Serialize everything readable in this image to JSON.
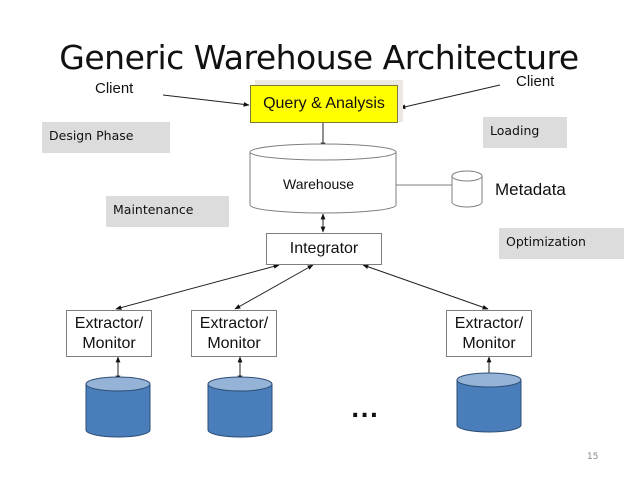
{
  "slide": {
    "title": "Generic Warehouse Architecture",
    "page_number": "15"
  },
  "clients": {
    "left": "Client",
    "right": "Client"
  },
  "nodes": {
    "query_analysis": "Query & Analysis",
    "warehouse": "Warehouse",
    "metadata": "Metadata",
    "integrator": "Integrator",
    "extractors": [
      {
        "line1": "Extractor/",
        "line2": "Monitor"
      },
      {
        "line1": "Extractor/",
        "line2": "Monitor"
      },
      {
        "line1": "Extractor/",
        "line2": "Monitor"
      }
    ],
    "ellipsis": "..."
  },
  "phases": {
    "design": "Design Phase",
    "maintenance": "Maintenance",
    "loading": "Loading",
    "optimization": "Optimization"
  },
  "colors": {
    "query_fill": "#ffff00",
    "source_db_fill": "#4a7ebb",
    "source_db_top": "#95b3d7",
    "phase_box": "#dcdcdc"
  }
}
